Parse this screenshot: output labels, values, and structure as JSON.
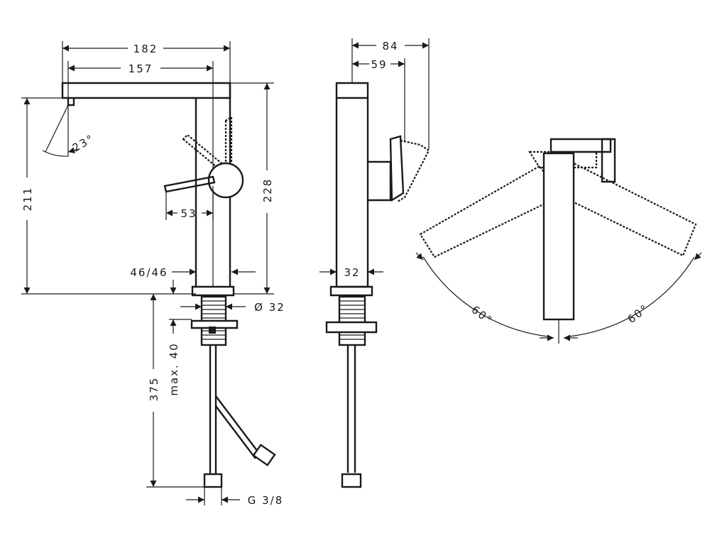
{
  "drawing": {
    "front_view": {
      "dims": {
        "width_182": "182",
        "width_157": "157",
        "angle_23": "23°",
        "height_211": "211",
        "height_228": "228",
        "lever_53": "53",
        "base_46": "46/46",
        "diameter_32": "Ø 32",
        "thread_max40": "max. 40",
        "hose_375": "375",
        "connection": "G 3/8"
      }
    },
    "side_view": {
      "dims": {
        "width_84": "84",
        "width_59": "59",
        "body_32": "32"
      }
    },
    "top_view": {
      "dims": {
        "angle_left": "60°",
        "angle_right": "60°"
      }
    },
    "colors": {
      "line": "#1a1a1a",
      "background": "#ffffff"
    }
  }
}
